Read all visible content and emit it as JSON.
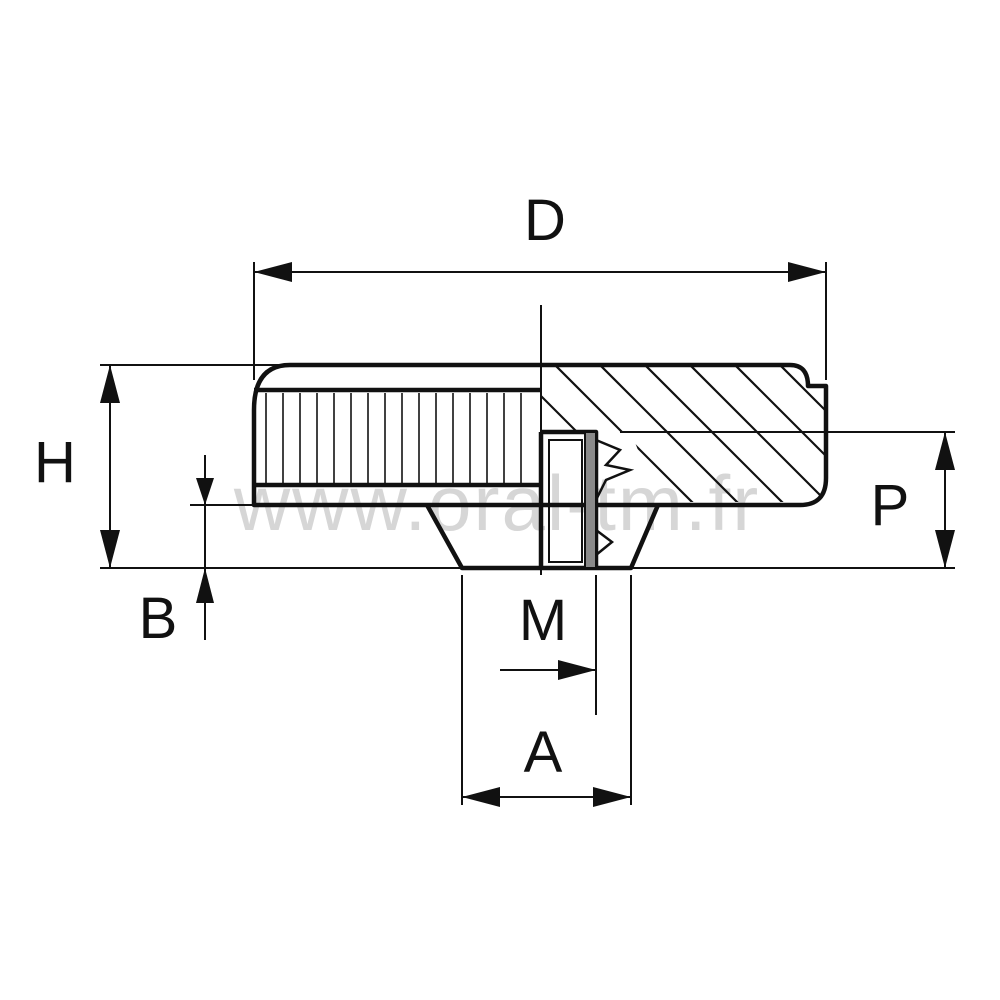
{
  "dimensions": {
    "D": "D",
    "H": "H",
    "B": "B",
    "M": "M",
    "A": "A",
    "P": "P"
  },
  "watermark": "www.oral-tm.fr"
}
